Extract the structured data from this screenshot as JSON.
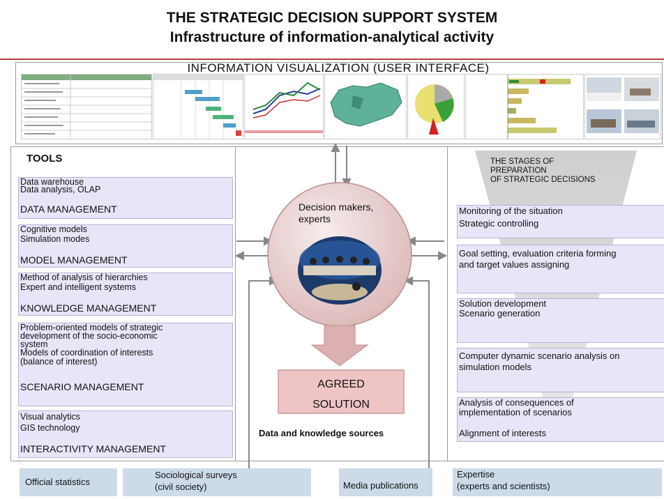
{
  "title": {
    "line1": "THE STRATEGIC DECISION SUPPORT SYSTEM",
    "line2": "Infrastructure of information-analytical activity"
  },
  "visualization": {
    "label": "INFORMATION VISUALIZATION (USER INTERFACE)",
    "thumbnails": [
      "table-thumbnail",
      "gantt-chart-thumbnail",
      "line-chart-thumbnail",
      "russia-map-thumbnail",
      "pie-chart-thumbnail",
      "bar-chart-thumbnail",
      "photo-grid-thumbnail"
    ]
  },
  "tools": {
    "heading": "TOOLS",
    "groups": [
      {
        "items": [
          "Data warehouse",
          "Data analysis, OLAP"
        ],
        "management": "DATA MANAGEMENT"
      },
      {
        "items": [
          "Cognitive models",
          "Simulation modes"
        ],
        "management": "MODEL MANAGEMENT"
      },
      {
        "items": [
          "Method of analysis of hierarchies",
          "Expert and intelligent systems"
        ],
        "management": "KNOWLEDGE MANAGEMENT"
      },
      {
        "items": [
          "Problem-oriented models of strategic",
          "development of the socio-economic",
          "system",
          "Models of coordination of interests",
          "(balance of interest)"
        ],
        "management": "SCENARIO MANAGEMENT"
      },
      {
        "items": [
          "Visual analytics",
          "GIS technology"
        ],
        "management": "INTERACTIVITY MANAGEMENT"
      }
    ]
  },
  "center": {
    "circle_label": [
      "Decision makers,",
      "experts"
    ],
    "solution": [
      "AGREED",
      "SOLUTION"
    ],
    "sources_label": "Data and knowledge sources"
  },
  "stages": {
    "heading": [
      "THE STAGES OF",
      "PREPARATION",
      "OF STRATEGIC DECISIONS"
    ],
    "boxes": [
      [
        "Monitoring of the situation",
        "Strategic controlling"
      ],
      [
        "Goal setting, evaluation criteria forming",
        "and target values assigning"
      ],
      [
        "Solution development",
        "Scenario generation"
      ],
      [
        "Computer dynamic scenario analysis on",
        "simulation models"
      ],
      [
        "Analysis of consequences of",
        "implementation of scenarios",
        "",
        "Alignment of interests"
      ]
    ]
  },
  "sources": [
    [
      "Official statistics"
    ],
    [
      "Sociological surveys",
      "(civil society)"
    ],
    [
      "Media publications"
    ],
    [
      "Expertise",
      "(experts and scientists)"
    ]
  ],
  "colors": {
    "lavender": "#e6e6f8",
    "circle": "#eed8d8",
    "solution": "#efc4c4",
    "source_box": "#cddbe9",
    "rule": "#b04040"
  }
}
